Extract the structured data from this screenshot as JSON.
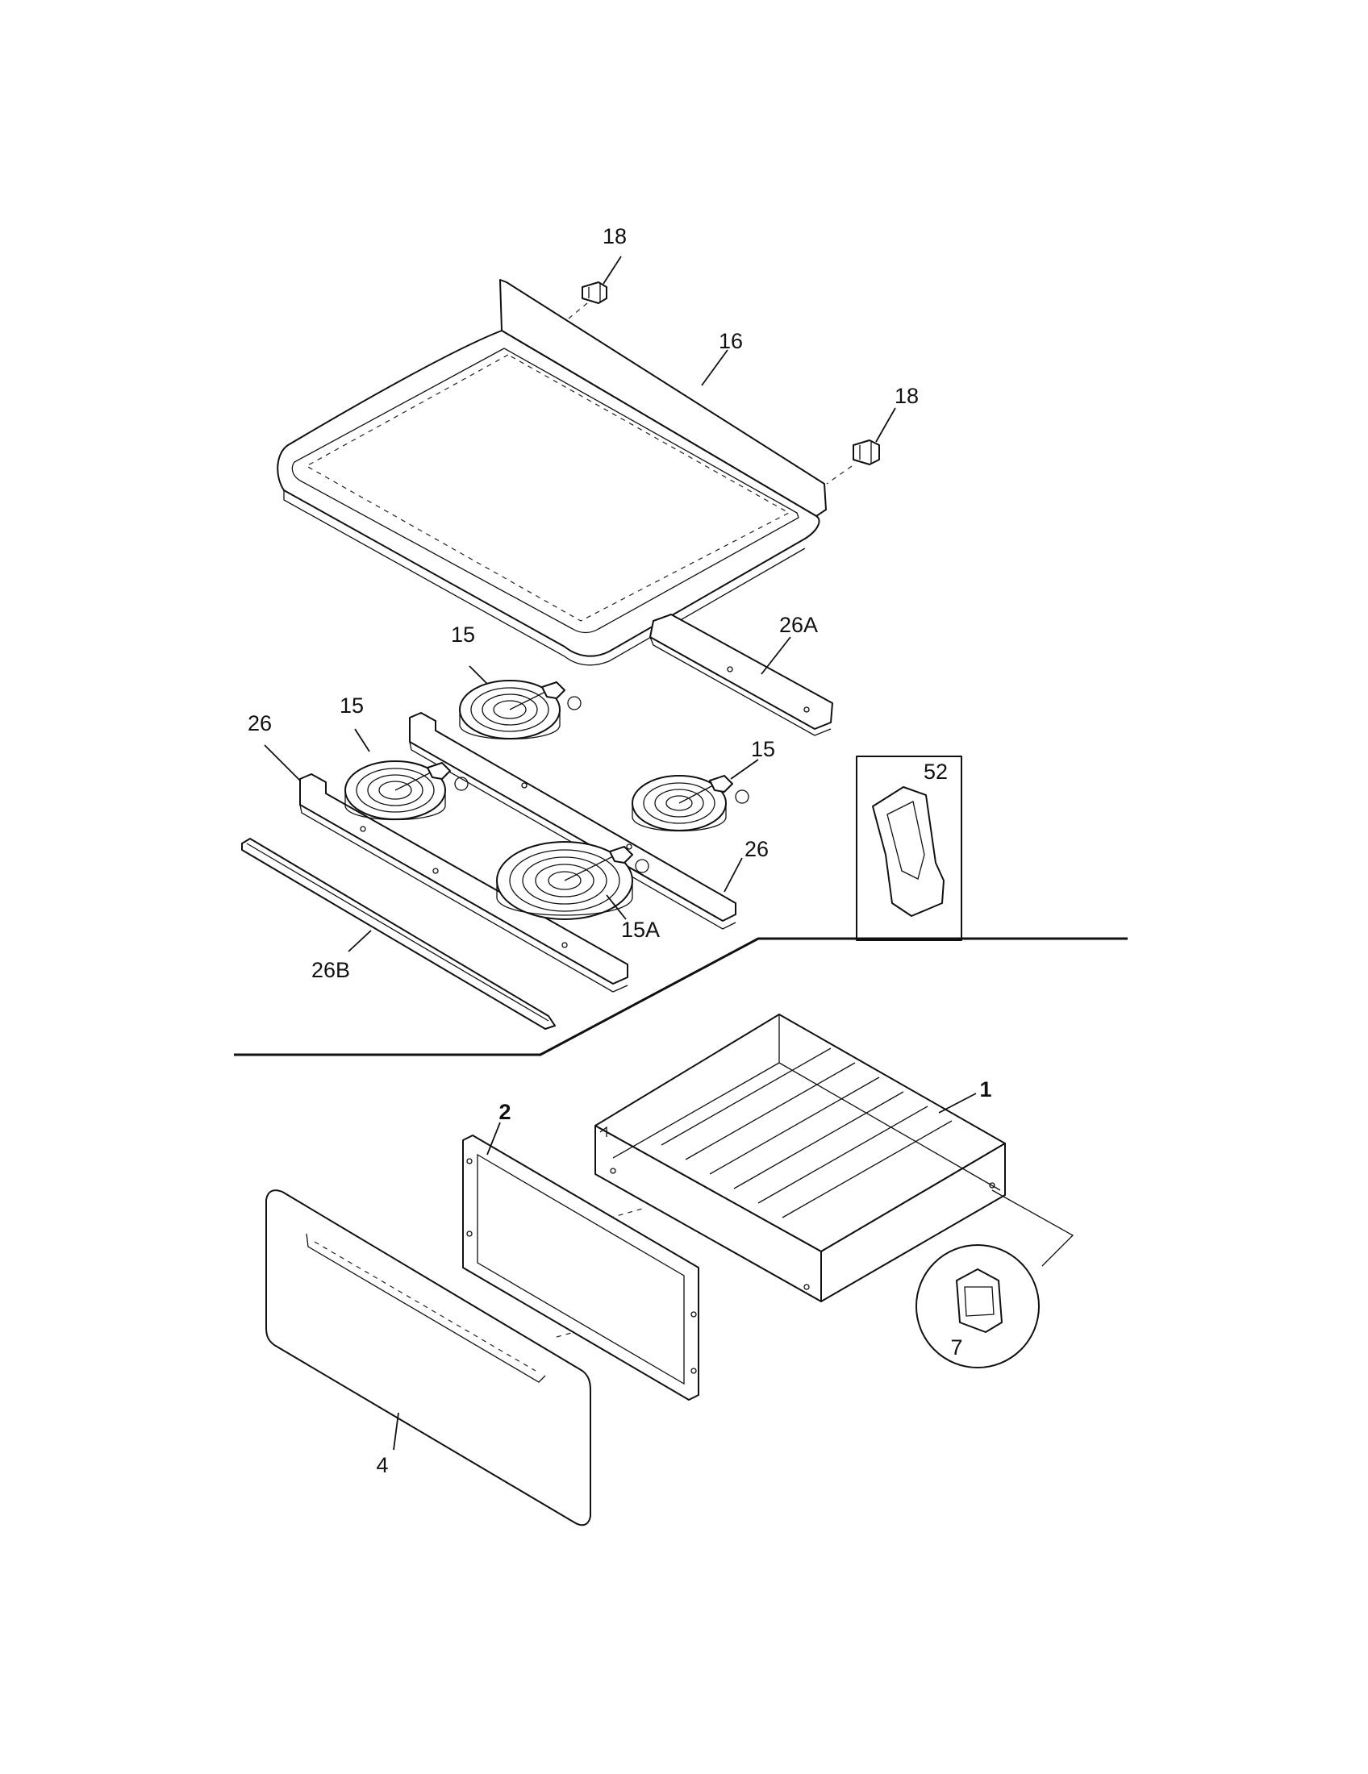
{
  "diagram": {
    "labels": {
      "p18a": "18",
      "p16": "16",
      "p18b": "18",
      "p26a": "26A",
      "p15_top": "15",
      "p15_left": "15",
      "p26_left": "26",
      "p15_right": "15",
      "p52": "52",
      "p26_right": "26",
      "p15a": "15A",
      "p26b": "26B",
      "p1": "1",
      "p2": "2",
      "p7": "7",
      "p4": "4"
    }
  }
}
